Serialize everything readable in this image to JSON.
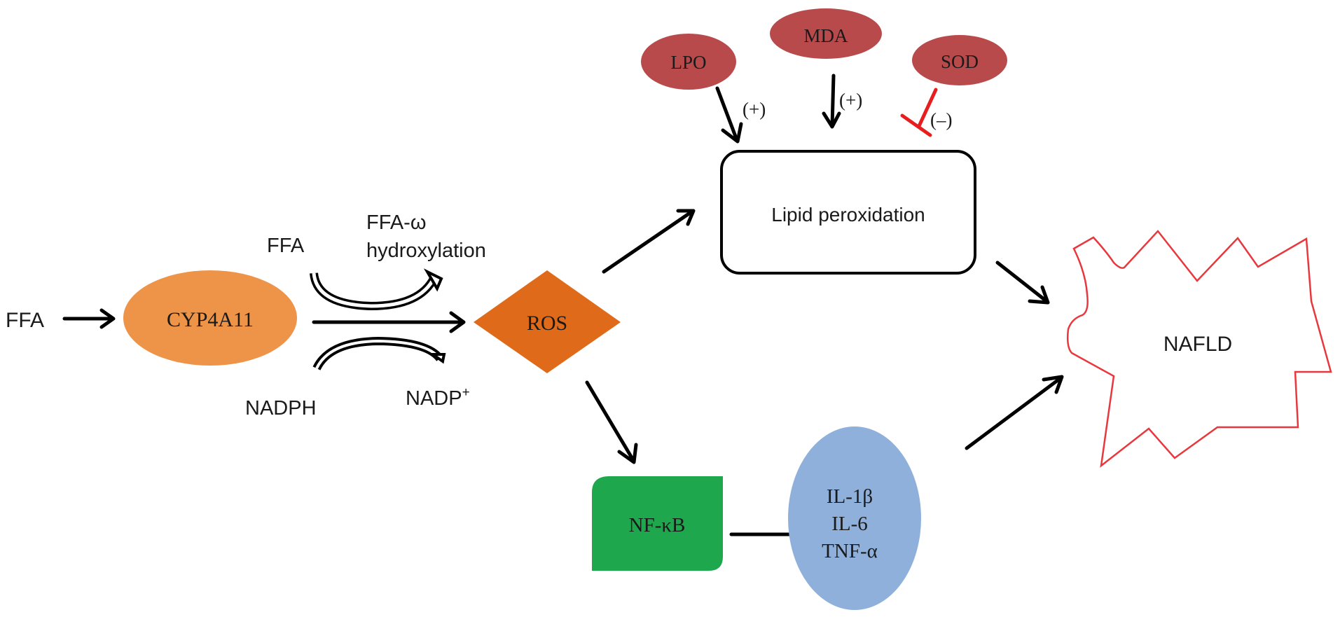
{
  "figure": {
    "type": "pathway-diagram",
    "colors": {
      "cyp_node": "#ee9449",
      "ros_node": "#df6b1a",
      "marker_nodes": "#b84a4c",
      "nfkb_node": "#1fa74e",
      "cytokine_node": "#8eb0db",
      "nafld_outline": "#e8383d",
      "inhibit_line": "#e81e1e",
      "arrow": "#000000"
    }
  },
  "nodes": {
    "ffa_input": "FFA",
    "cyp4a11": "CYP4A11",
    "ffa_substrate": "FFA",
    "ffa_product_line1": "FFA-ω",
    "ffa_product_line2": "hydroxylation",
    "nadph": "NADPH",
    "nadp_base": "NADP",
    "nadp_sup": "+",
    "ros": "ROS",
    "lipid_peroxidation": "Lipid peroxidation",
    "lpo": "LPO",
    "mda": "MDA",
    "sod": "SOD",
    "nfkb": "NF-κB",
    "cytokines": [
      "IL-1β",
      "IL-6",
      "TNF-α"
    ],
    "nafld": "NAFLD"
  },
  "effects": {
    "lpo": "(+)",
    "mda": "(+)",
    "sod": "(–)"
  },
  "edges": [
    {
      "from": "FFA",
      "to": "CYP4A11",
      "type": "activate"
    },
    {
      "from": "CYP4A11",
      "to": "ROS",
      "type": "activate"
    },
    {
      "from": "FFA",
      "to": "FFA-ω hydroxylation",
      "type": "conversion"
    },
    {
      "from": "NADPH",
      "to": "NADP+",
      "type": "conversion"
    },
    {
      "from": "ROS",
      "to": "Lipid peroxidation",
      "type": "activate"
    },
    {
      "from": "ROS",
      "to": "NF-κB",
      "type": "activate"
    },
    {
      "from": "NF-κB",
      "to": "IL-1β / IL-6 / TNF-α",
      "type": "activate"
    },
    {
      "from": "LPO",
      "to": "Lipid peroxidation",
      "type": "promote"
    },
    {
      "from": "MDA",
      "to": "Lipid peroxidation",
      "type": "promote"
    },
    {
      "from": "SOD",
      "to": "Lipid peroxidation",
      "type": "inhibit"
    },
    {
      "from": "Lipid peroxidation",
      "to": "NAFLD",
      "type": "activate"
    },
    {
      "from": "IL-1β / IL-6 / TNF-α",
      "to": "NAFLD",
      "type": "activate"
    }
  ]
}
